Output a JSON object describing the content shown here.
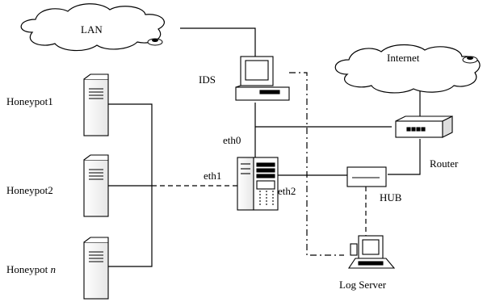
{
  "nodes": {
    "lan": {
      "label": "LAN"
    },
    "internet": {
      "label": "Internet"
    },
    "ids": {
      "label": "IDS"
    },
    "router": {
      "label": "Router"
    },
    "hub": {
      "label": "HUB"
    },
    "log_server": {
      "label": "Log Server"
    },
    "honeypot1": {
      "label": "Honeypot1"
    },
    "honeypot2": {
      "label": "Honeypot2"
    },
    "honeypot_n": {
      "label_prefix": "Honeypot ",
      "label_italic": "n"
    }
  },
  "interfaces": {
    "eth0": "eth0",
    "eth1": "eth1",
    "eth2": "eth2"
  },
  "colors": {
    "stroke": "#000000",
    "fill": "#ffffff"
  }
}
